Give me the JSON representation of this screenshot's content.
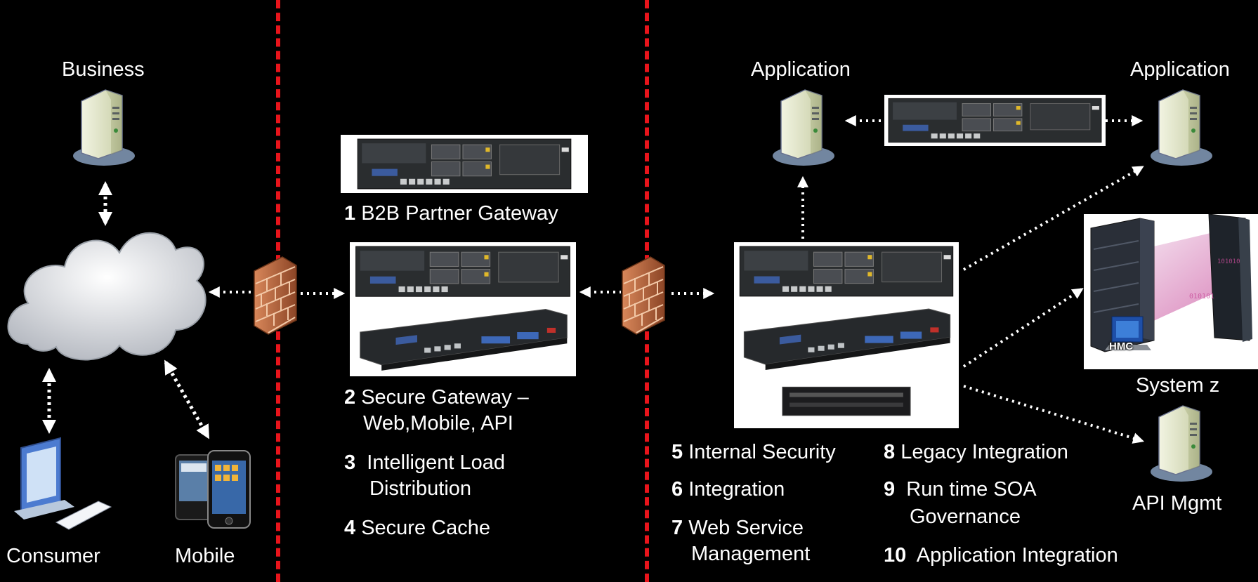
{
  "nodes": {
    "business": "Business",
    "consumer": "Consumer",
    "mobile": "Mobile",
    "app_left": "Application",
    "app_right": "Application",
    "system_z": "System z",
    "api_mgmt": "API Mgmt",
    "hmc": "HMC"
  },
  "features": [
    {
      "num": "1",
      "text": "B2B Partner Gateway"
    },
    {
      "num": "2",
      "text": "Secure Gateway –",
      "text2": "Web,Mobile, API"
    },
    {
      "num": "3",
      "text": "Intelligent Load",
      "text2": "Distribution"
    },
    {
      "num": "4",
      "text": "Secure Cache"
    },
    {
      "num": "5",
      "text": "Internal Security"
    },
    {
      "num": "6",
      "text": "Integration"
    },
    {
      "num": "7",
      "text": "Web Service",
      "text2": "Management"
    },
    {
      "num": "8",
      "text": "Legacy Integration"
    },
    {
      "num": "9",
      "text": "Run time SOA",
      "text2": "Governance"
    },
    {
      "num": "10",
      "text": "Application Integration"
    }
  ],
  "colors": {
    "divider": "#e8141b",
    "firewall": "#b8643c",
    "server": "#e8ecd0"
  },
  "icons": [
    "cloud-icon",
    "server-icon",
    "firewall-icon",
    "desktop-icon",
    "smartphone-icon",
    "appliance-icon",
    "mainframe-icon"
  ]
}
